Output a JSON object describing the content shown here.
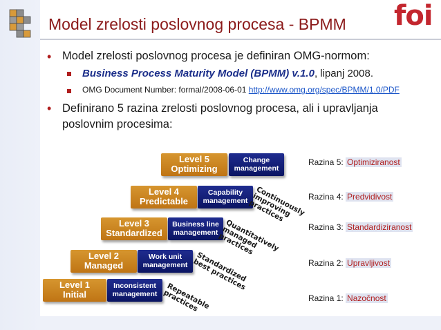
{
  "title": "Model zrelosti poslovnog procesa - BPMM",
  "logo": {
    "text": "foi",
    "icon": "foi-logo"
  },
  "corner_icon": "stacked-cubes-icon",
  "bullets": {
    "b1": "Model zrelosti poslovnog procesa je definiran OMG-normom:",
    "s1_bold": "Business Process Maturity Model (BPMM) v.1.0",
    "s1_rest": ", lipanj 2008.",
    "s2_text": "OMG Document Number: formal/2008-06-01 ",
    "s2_link": "http://www.omg.org/spec/BPMM/1.0/PDF",
    "b2_line1": "Definirano 5 razina zrelosti poslovnog procesa, ali i upravljanja",
    "b2_line2": "poslovnim procesima:"
  },
  "levels": [
    {
      "level": "Level 1",
      "name": "Initial",
      "management": [
        "Inconsistent",
        "management"
      ],
      "practices": [
        "Repeatable",
        "practices"
      ],
      "razina_label": "Razina 1: ",
      "razina_value": "Nazočnost"
    },
    {
      "level": "Level 2",
      "name": "Managed",
      "management": [
        "Work unit",
        "management"
      ],
      "practices": [
        "Standardized",
        "best practices"
      ],
      "razina_label": "Razina 2: ",
      "razina_value": "Upravljivost"
    },
    {
      "level": "Level 3",
      "name": "Standardized",
      "management": [
        "Business line",
        "management"
      ],
      "practices": [
        "Quantitatively",
        "managed",
        "practices"
      ],
      "razina_label": "Razina 3: ",
      "razina_value": "Standardiziranost"
    },
    {
      "level": "Level 4",
      "name": "Predictable",
      "management": [
        "Capability",
        "management"
      ],
      "practices": [
        "Continuously",
        "improving",
        "practices"
      ],
      "razina_label": "Razina 4: ",
      "razina_value": "Predvidivost"
    },
    {
      "level": "Level 5",
      "name": "Optimizing",
      "management": [
        "Change",
        "management"
      ],
      "practices": [],
      "razina_label": "Razina 5: ",
      "razina_value": "Optimiziranost"
    }
  ],
  "colors": {
    "title": "#8b1a1a",
    "bullet": "#b01e1e",
    "level_box": "#c98222",
    "management_box": "#14207a",
    "logo": "#c3262e"
  }
}
